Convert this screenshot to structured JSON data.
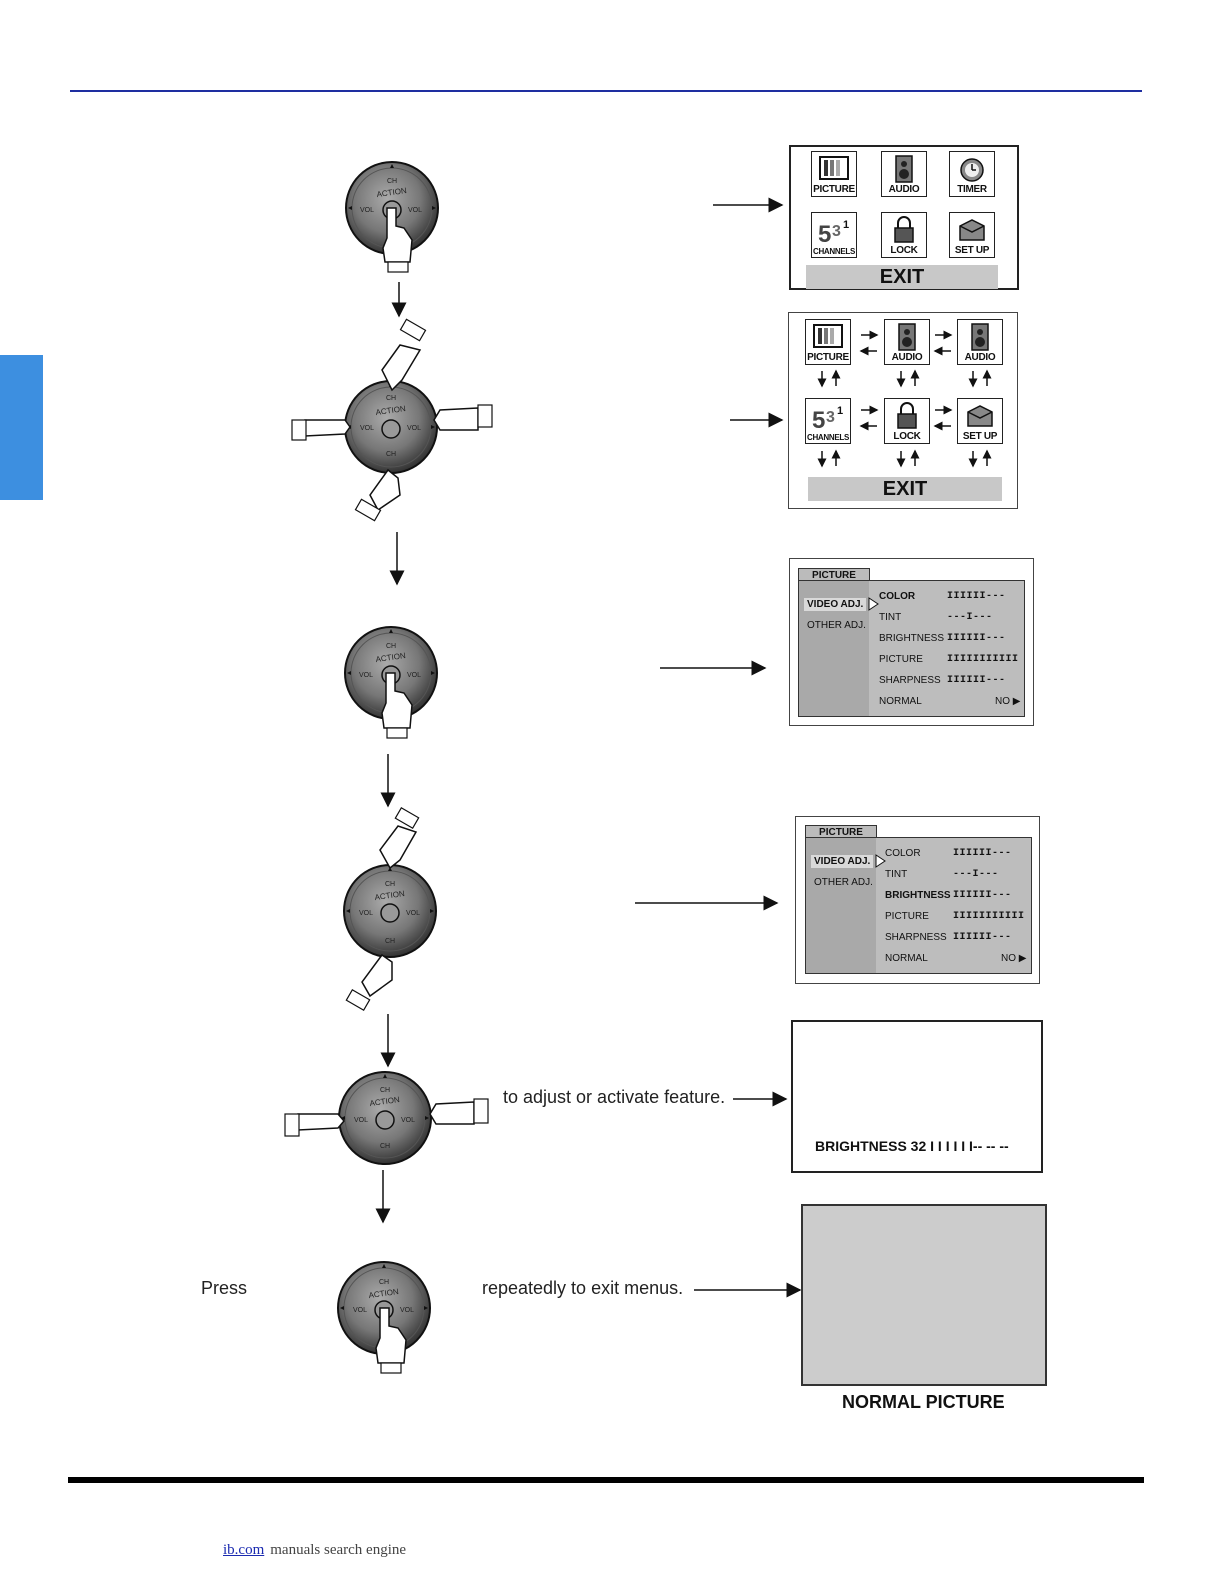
{
  "steps": {
    "step5_text": "to adjust or activate feature.",
    "step6_press": "Press",
    "step6_text": "repeatedly to exit menus."
  },
  "main_menu": {
    "icons": [
      "PICTURE",
      "AUDIO",
      "TIMER",
      "CHANNELS",
      "LOCK",
      "SET UP"
    ],
    "exit": "EXIT"
  },
  "nav_menu": {
    "icons": [
      "PICTURE",
      "AUDIO",
      "AUDIO",
      "CHANNELS",
      "LOCK",
      "SET UP"
    ],
    "exit": "EXIT"
  },
  "remote_labels": {
    "ch": "CH",
    "action": "ACTION",
    "vol": "VOL"
  },
  "picture_menu": {
    "tab": "PICTURE",
    "left_items": [
      "VIDEO ADJ.",
      "OTHER ADJ."
    ],
    "rows": [
      {
        "label": "COLOR",
        "bar": "IIIIII---"
      },
      {
        "label": "TINT",
        "bar": "---I---"
      },
      {
        "label": "BRIGHTNESS",
        "bar": "IIIIII---"
      },
      {
        "label": "PICTURE",
        "bar": "IIIIIIIIIII"
      },
      {
        "label": "SHARPNESS",
        "bar": "IIIIII---"
      },
      {
        "label": "NORMAL",
        "bar": "NO ▶"
      }
    ]
  },
  "brightness_screen": {
    "label": "BRIGHTNESS 32 I I I I I I-- -- --"
  },
  "normal_screen": {
    "caption": "NORMAL PICTURE"
  },
  "footer": {
    "link": "ib.com",
    "text": "manuals search engine"
  }
}
